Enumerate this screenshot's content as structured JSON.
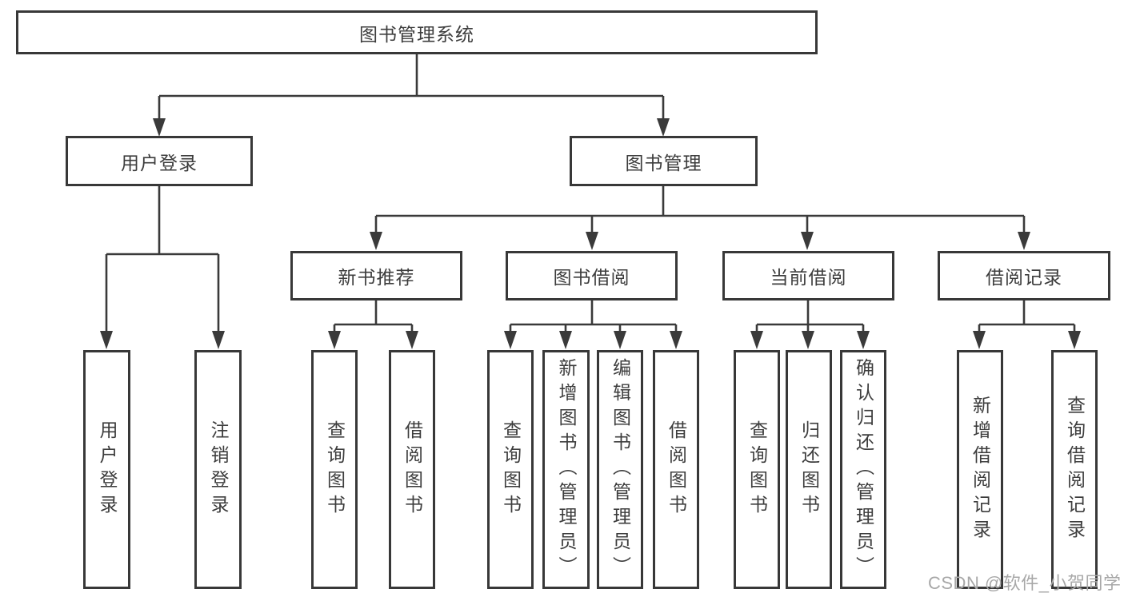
{
  "colors": {
    "line": "#3a3a3a",
    "box_border": "#383838",
    "text": "#3d3d3d",
    "background": "#ffffff",
    "watermark": "#a8a8a8"
  },
  "watermark": {
    "text": "CSDN @软件_小贺同学"
  },
  "tree": {
    "root": {
      "label": "图书管理系统"
    },
    "branches": {
      "user_login": {
        "label": "用户登录",
        "children": [
          {
            "label": "用户登录"
          },
          {
            "label": "注销登录"
          }
        ]
      },
      "book_management": {
        "label": "图书管理",
        "sections": {
          "new_book_recommend": {
            "label": "新书推荐",
            "children": [
              {
                "label": "查询图书"
              },
              {
                "label": "借阅图书"
              }
            ]
          },
          "book_borrow": {
            "label": "图书借阅",
            "children": [
              {
                "label": "查询图书"
              },
              {
                "label": "新增图书（管理员）"
              },
              {
                "label": "编辑图书（管理员）"
              },
              {
                "label": "借阅图书"
              }
            ]
          },
          "current_borrow": {
            "label": "当前借阅",
            "children": [
              {
                "label": "查询图书"
              },
              {
                "label": "归还图书"
              },
              {
                "label": "确认归还（管理员）"
              }
            ]
          },
          "borrow_records": {
            "label": "借阅记录",
            "children": [
              {
                "label": "新增借阅记录"
              },
              {
                "label": "查询借阅记录"
              }
            ]
          }
        }
      }
    }
  }
}
